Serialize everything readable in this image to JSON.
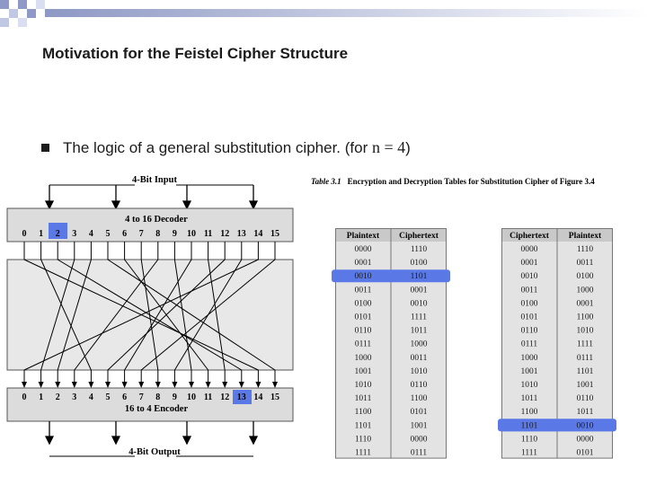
{
  "slide": {
    "title": "Motivation for the Feistel Cipher Structure",
    "bullet": {
      "icon": "square-bullet-icon",
      "text_before": "The logic of a general substitution cipher. (for ",
      "math": "n = 4",
      "text_after": ")"
    }
  },
  "diagram": {
    "input_label": "4-Bit Input",
    "decoder_label": "4 to 16 Decoder",
    "encoder_label": "16 to 4 Encoder",
    "output_label": "4-Bit Output",
    "line_numbers": [
      "0",
      "1",
      "2",
      "3",
      "4",
      "5",
      "6",
      "7",
      "8",
      "9",
      "10",
      "11",
      "12",
      "13",
      "14",
      "15"
    ],
    "mapping": [
      14,
      4,
      13,
      1,
      2,
      15,
      11,
      8,
      3,
      10,
      6,
      12,
      5,
      9,
      0,
      7
    ],
    "highlight_input": "2",
    "highlight_output": "13",
    "highlight_color": "#5a78e6"
  },
  "tables": {
    "caption_prefix": "Table 3.1",
    "caption_text": "Encryption and Decryption Tables for Substitution Cipher of Figure 3.4",
    "encryption": {
      "headers": [
        "Plaintext",
        "Ciphertext"
      ],
      "rows": [
        [
          "0000",
          "1110"
        ],
        [
          "0001",
          "0100"
        ],
        [
          "0010",
          "1101"
        ],
        [
          "0011",
          "0001"
        ],
        [
          "0100",
          "0010"
        ],
        [
          "0101",
          "1111"
        ],
        [
          "0110",
          "1011"
        ],
        [
          "0111",
          "1000"
        ],
        [
          "1000",
          "0011"
        ],
        [
          "1001",
          "1010"
        ],
        [
          "1010",
          "0110"
        ],
        [
          "1011",
          "1100"
        ],
        [
          "1100",
          "0101"
        ],
        [
          "1101",
          "1001"
        ],
        [
          "1110",
          "0000"
        ],
        [
          "1111",
          "0111"
        ]
      ],
      "highlight_row": 2
    },
    "decryption": {
      "headers": [
        "Ciphertext",
        "Plaintext"
      ],
      "rows": [
        [
          "0000",
          "1110"
        ],
        [
          "0001",
          "0011"
        ],
        [
          "0010",
          "0100"
        ],
        [
          "0011",
          "1000"
        ],
        [
          "0100",
          "0001"
        ],
        [
          "0101",
          "1100"
        ],
        [
          "0110",
          "1010"
        ],
        [
          "0111",
          "1111"
        ],
        [
          "1000",
          "0111"
        ],
        [
          "1001",
          "1101"
        ],
        [
          "1010",
          "1001"
        ],
        [
          "1011",
          "0110"
        ],
        [
          "1100",
          "1011"
        ],
        [
          "1101",
          "0010"
        ],
        [
          "1110",
          "0000"
        ],
        [
          "1111",
          "0101"
        ]
      ],
      "highlight_row": 13
    },
    "header_color": "#c9c9c9",
    "body_color": "#e3e3e3",
    "highlight_color": "#5a78e6"
  }
}
